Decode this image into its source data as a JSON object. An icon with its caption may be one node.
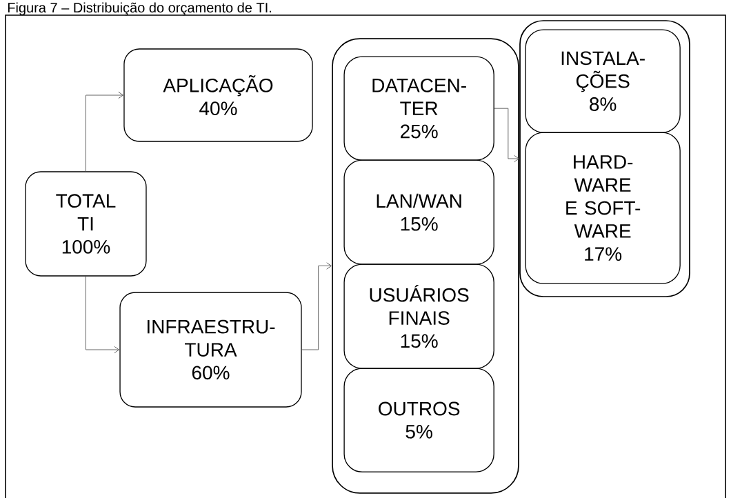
{
  "diagram": {
    "title": "Figura 7 – Distribuição do orçamento de TI.",
    "nodes": [
      {
        "text": [
          "TOTAL TI",
          "100%"
        ]
      },
      {
        "text": [
          "APLICAÇÃO",
          "40%"
        ]
      },
      {
        "text": [
          "INFRAESTRU- TURA",
          "60%"
        ]
      },
      {
        "text": [],
        "shape": "box"
      },
      {
        "text": [
          "DATACEN- TER",
          "25%"
        ],
        "in": 3
      },
      {
        "text": [
          "LAN/WAN",
          "15%"
        ],
        "in": 3
      },
      {
        "text": [
          "USUÁRIOS FINAIS",
          "15%"
        ],
        "in": 3
      },
      {
        "text": [
          "OUTROS",
          "5%"
        ],
        "in": 3
      },
      {
        "text": [],
        "shape": "box"
      },
      {
        "text": [
          "INSTALA- ÇÕES",
          "8%"
        ],
        "in": 8
      },
      {
        "text": [
          "HARD- WARE E SOFT- WARE",
          "17%"
        ],
        "in": 8
      }
    ],
    "edges": [
      {
        "from": 0,
        "to": 1,
        "arrow": "to"
      },
      {
        "from": 0,
        "to": 2,
        "arrow": "to"
      },
      {
        "from": 2,
        "to": 3,
        "arrow": "to"
      },
      {
        "from": 4,
        "to": 8,
        "arrow": "to"
      }
    ]
  }
}
